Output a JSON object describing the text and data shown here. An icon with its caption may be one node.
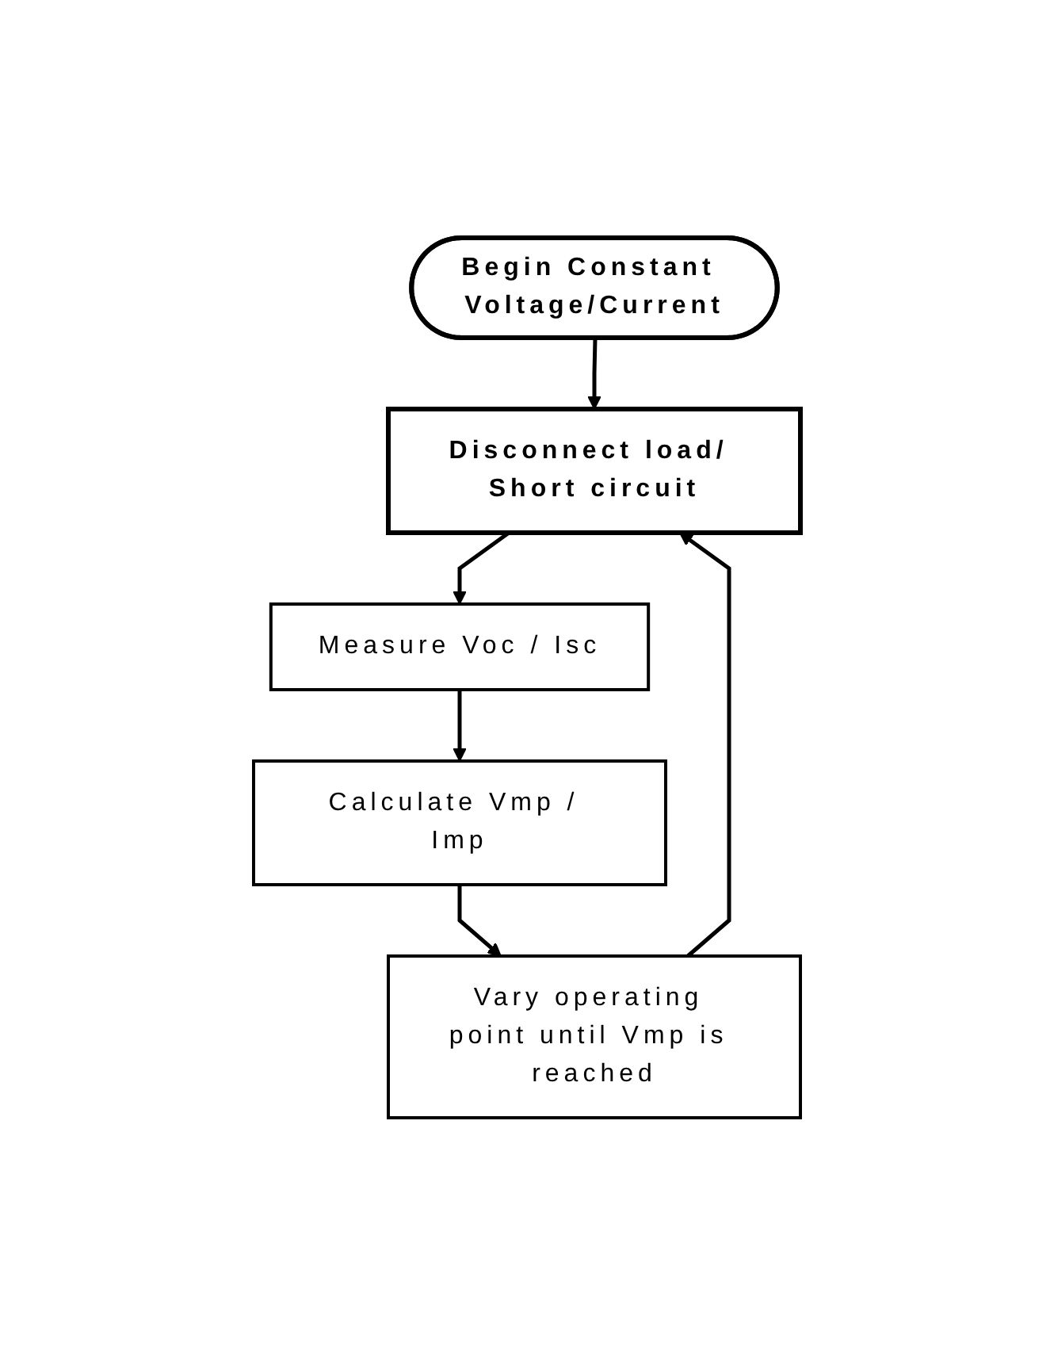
{
  "diagram": {
    "nodes": [
      {
        "text": [
          "Begin Constant Voltage/Current"
        ]
      },
      {
        "text": [
          "Disconnect load/ Short circuit"
        ]
      },
      {
        "text": [
          "Measure Voc / Isc"
        ]
      },
      {
        "text": [
          "Calculate Vmp / Imp"
        ]
      },
      {
        "text": [
          "Vary operating point until Vmp is reached"
        ]
      }
    ],
    "edges": [
      {
        "from": 0,
        "to": 1,
        "arrow": "to"
      },
      {
        "from": 1,
        "to": 2,
        "arrow": "to"
      },
      {
        "from": 2,
        "to": 3,
        "arrow": "to"
      },
      {
        "from": 3,
        "to": 4,
        "arrow": "to"
      },
      {
        "from": 4,
        "to": 1,
        "arrow": "to"
      }
    ]
  }
}
